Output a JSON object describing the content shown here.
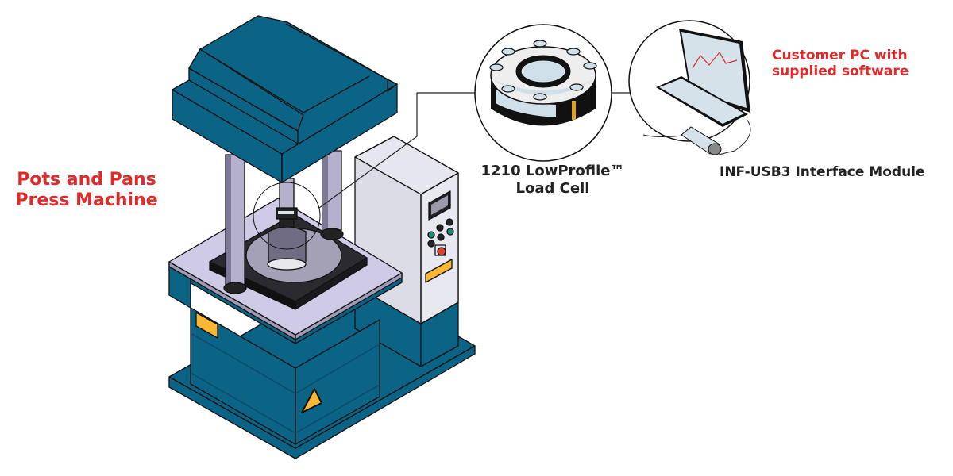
{
  "labels": {
    "press_machine": [
      "Pots and Pans",
      "Press Machine"
    ],
    "load_cell": [
      "1210 LowProfile™",
      "Load Cell"
    ],
    "customer_pc": [
      "Customer PC with",
      "supplied software"
    ],
    "interface_module": "INF-USB3 Interface Module"
  },
  "colors": {
    "machine_teal": "#0b6385",
    "accent_red": "#e02a2a",
    "panel_grey": "#e4e4ec",
    "table_lavender": "#cfcae6",
    "warning_yellow": "#fbb733",
    "outline": "#111111"
  },
  "components": {
    "machine": "press-machine",
    "sensor": "load-cell",
    "computer": "laptop",
    "module": "usb-interface-module"
  }
}
